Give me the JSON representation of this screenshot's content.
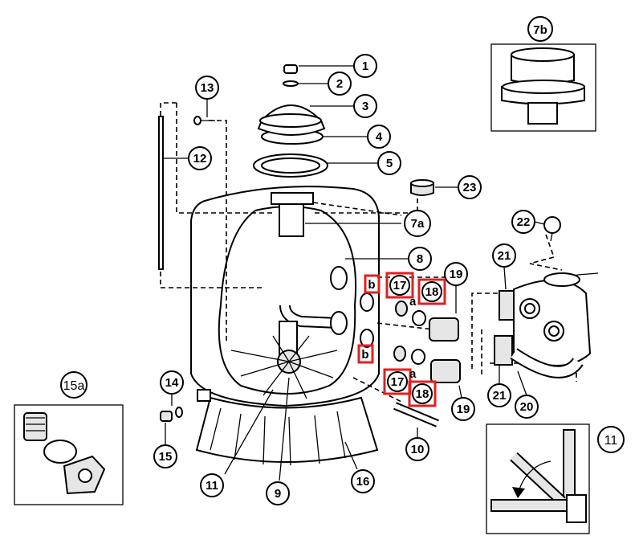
{
  "callouts": {
    "c1": "1",
    "c2": "2",
    "c3": "3",
    "c4": "4",
    "c5": "5",
    "c7a": "7a",
    "c7b": "7b",
    "c8": "8",
    "c9": "9",
    "c10": "10",
    "c11": "11",
    "c12": "12",
    "c13": "13",
    "c14": "14",
    "c15": "15",
    "c15a": "15a",
    "c16": "16",
    "c17a": "17",
    "c17b": "17",
    "c18a": "18",
    "c18b": "18",
    "c19a": "19",
    "c19b": "19",
    "c20": "20",
    "c21a": "21",
    "c21b": "21",
    "c22": "22",
    "c23": "23",
    "ba": "b",
    "bb": "b",
    "aa": "a",
    "ab": "a",
    "inset11": "11"
  },
  "highlight_color": "#e02020"
}
